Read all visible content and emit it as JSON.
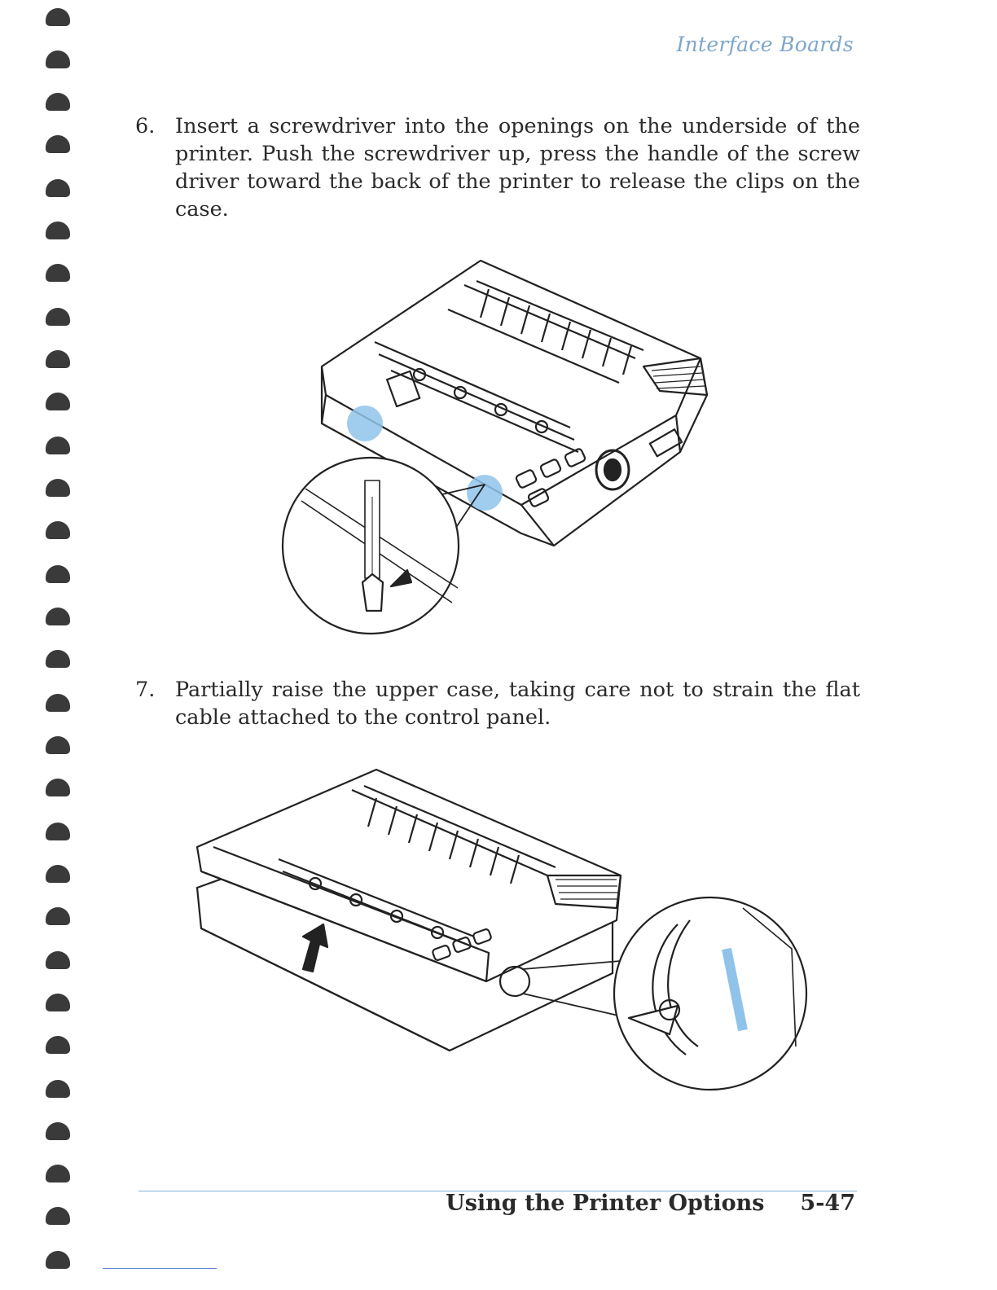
{
  "header": {
    "running_head": "Interface Boards"
  },
  "steps": [
    {
      "number": "6.",
      "text": "Insert a screwdriver into the openings on the underside of the printer. Push the screwdriver up, press the handle of the screw driver toward the back of the printer to release the clips on the case."
    },
    {
      "number": "7.",
      "text": "Partially raise the upper case, taking care not to strain the flat cable attached to the control panel."
    }
  ],
  "figures": {
    "fig1": {
      "callout_color": "#8fc3ea",
      "subject": "printer-underside-screwdriver"
    },
    "fig2": {
      "callout_color": "#8fc3ea",
      "subject": "printer-upper-case-raised"
    }
  },
  "footer": {
    "section_title": "Using the Printer Options",
    "page_number": "5-47"
  },
  "colors": {
    "accent": "#7fa6cc",
    "highlight": "#8fc3ea",
    "ink": "#2a2a2a"
  }
}
